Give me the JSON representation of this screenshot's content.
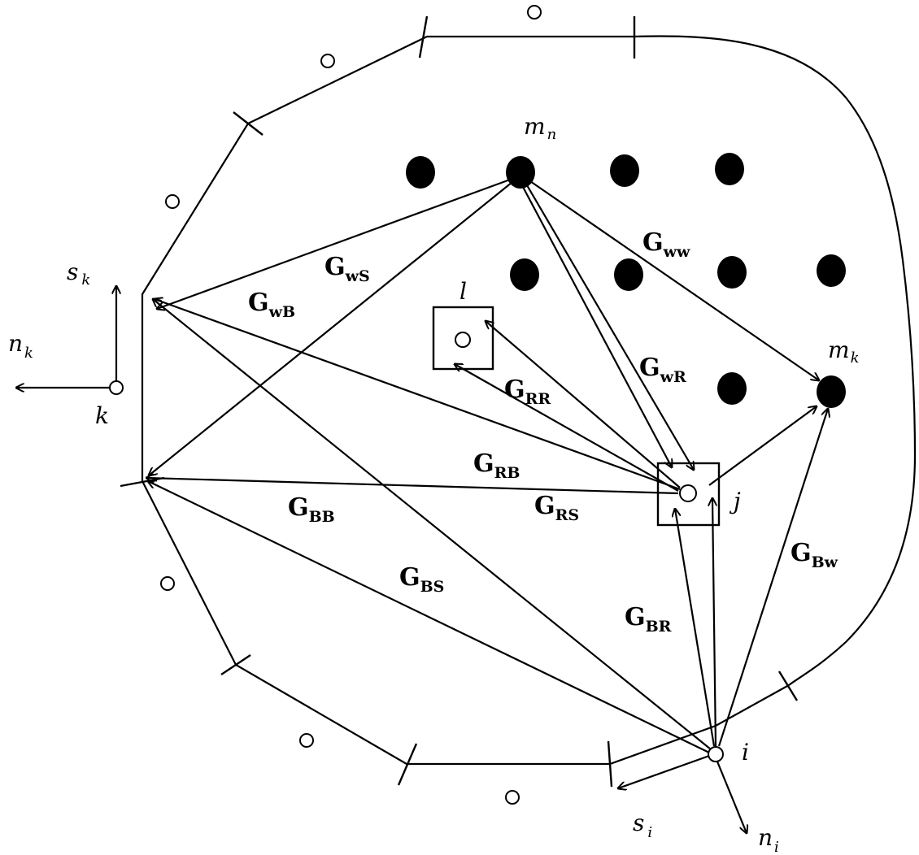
{
  "diagram": {
    "node_labels": {
      "k": "k",
      "s_k_base": "s",
      "s_k_sub": "k",
      "n_k_base": "n",
      "n_k_sub": "k",
      "l": "l",
      "j": "j",
      "i": "i",
      "s_i_base": "s",
      "s_i_sub": "i",
      "n_i_base": "n",
      "n_i_sub": "i",
      "m_n_base": "m",
      "m_n_sub": "n",
      "m_k_base": "m",
      "m_k_sub": "k"
    },
    "arrow_labels": {
      "g_ws": {
        "base": "G",
        "sub": "wS"
      },
      "g_wb": {
        "base": "G",
        "sub": "wB"
      },
      "g_ww": {
        "base": "G",
        "sub": "ww"
      },
      "g_wr": {
        "base": "G",
        "sub": "wR"
      },
      "g_rr": {
        "base": "G",
        "sub": "RR"
      },
      "g_rb": {
        "base": "G",
        "sub": "RB"
      },
      "g_bb": {
        "base": "G",
        "sub": "BB"
      },
      "g_rs": {
        "base": "G",
        "sub": "RS"
      },
      "g_bs": {
        "base": "G",
        "sub": "BS"
      },
      "g_bw": {
        "base": "G",
        "sub": "Bw"
      },
      "g_br": {
        "base": "G",
        "sub": "BR"
      }
    },
    "colors": {
      "stroke": "#000000",
      "background": "#ffffff"
    }
  }
}
